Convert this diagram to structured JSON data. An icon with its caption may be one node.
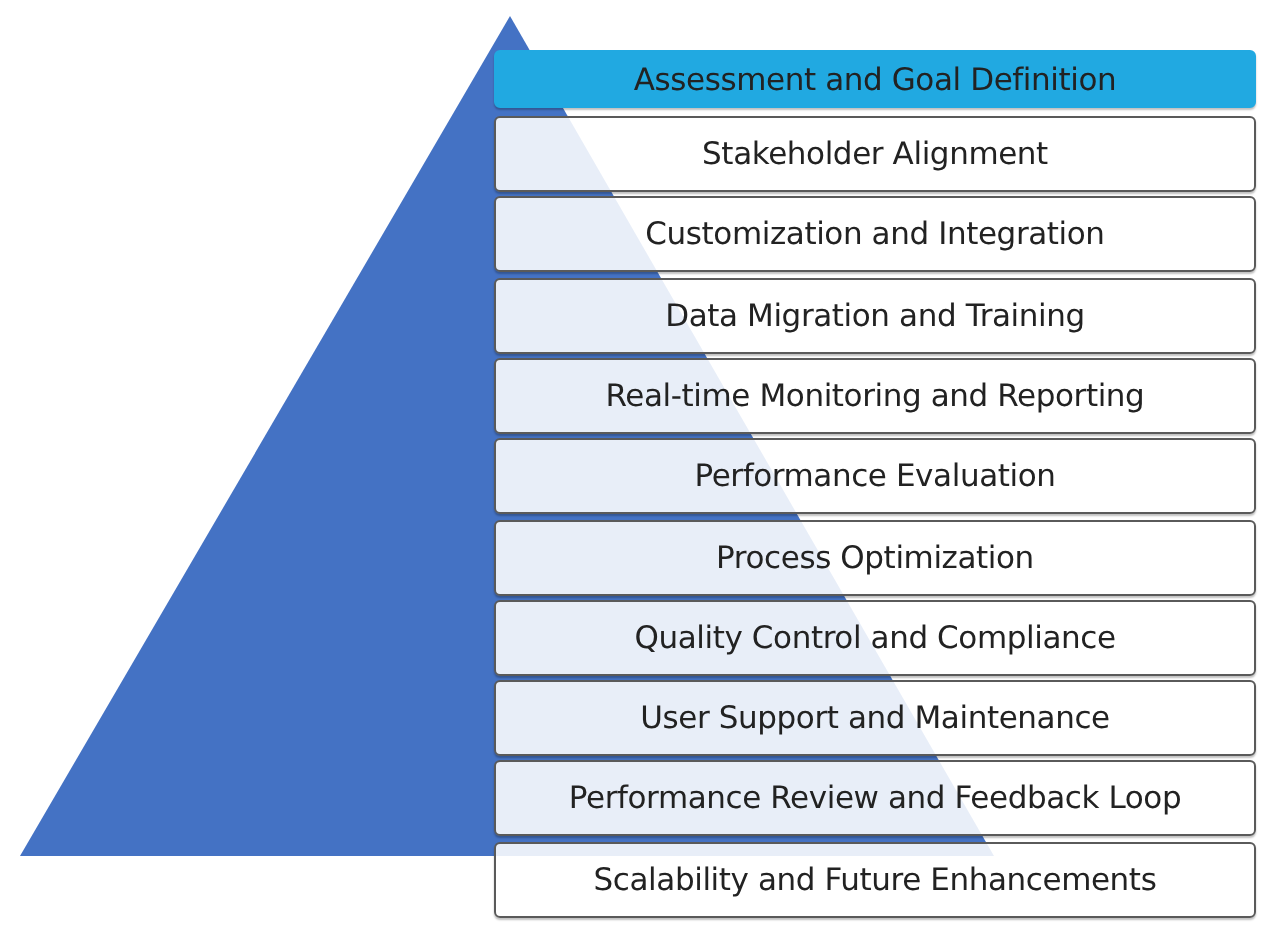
{
  "diagram": {
    "nodes": [
      {
        "text": [
          "Assessment and Goal Definition"
        ]
      },
      {
        "text": [
          "Stakeholder Alignment"
        ]
      },
      {
        "text": [
          "Customization and Integration"
        ]
      },
      {
        "text": [
          "Data Migration and Training"
        ]
      },
      {
        "text": [
          "Real-time Monitoring and Reporting"
        ]
      },
      {
        "text": [
          "Performance Evaluation"
        ]
      },
      {
        "text": [
          "Process Optimization"
        ]
      },
      {
        "text": [
          "Quality Control and Compliance"
        ]
      },
      {
        "text": [
          "User Support and Maintenance"
        ]
      },
      {
        "text": [
          "Performance Review and Feedback Loop"
        ]
      },
      {
        "text": [
          "Scalability and Future Enhancements"
        ]
      }
    ]
  }
}
